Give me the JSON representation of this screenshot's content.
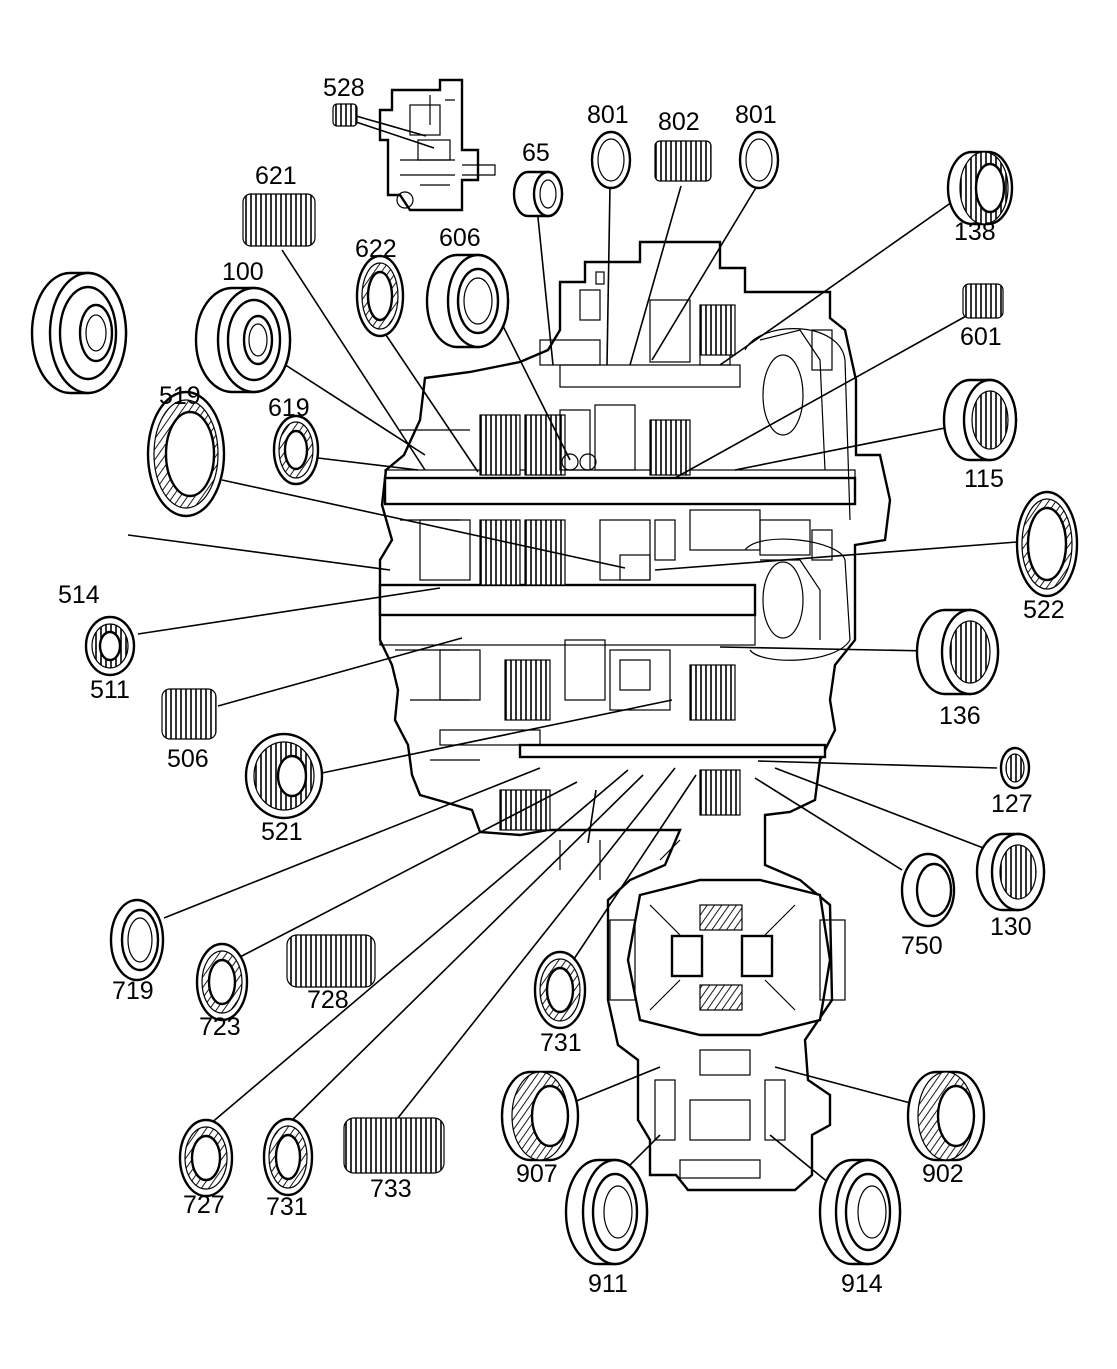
{
  "diagram": {
    "type": "exploded-view",
    "parts": [
      {
        "id": "528",
        "label": "528",
        "icon": "needle-bearing-icon"
      },
      {
        "id": "801a",
        "label": "801",
        "icon": "thrust-washer-icon"
      },
      {
        "id": "802",
        "label": "802",
        "icon": "needle-bearing-icon"
      },
      {
        "id": "801b",
        "label": "801",
        "icon": "thrust-washer-icon"
      },
      {
        "id": "65",
        "label": "65",
        "icon": "bushing-icon"
      },
      {
        "id": "621",
        "label": "621",
        "icon": "needle-bearing-icon"
      },
      {
        "id": "622",
        "label": "622",
        "icon": "thrust-bearing-icon"
      },
      {
        "id": "606",
        "label": "606",
        "icon": "ball-bearing-icon"
      },
      {
        "id": "138",
        "label": "138",
        "icon": "roller-bearing-icon"
      },
      {
        "id": "100",
        "label": "100",
        "icon": "ball-bearing-icon"
      },
      {
        "id": "601",
        "label": "601",
        "icon": "needle-bearing-icon"
      },
      {
        "id": "519",
        "label": "519",
        "icon": "thrust-bearing-icon"
      },
      {
        "id": "619",
        "label": "619",
        "icon": "thrust-bearing-icon"
      },
      {
        "id": "115",
        "label": "115",
        "icon": "roller-bearing-icon"
      },
      {
        "id": "514",
        "label": "514",
        "icon": "ball-bearing-icon"
      },
      {
        "id": "522",
        "label": "522",
        "icon": "thrust-bearing-icon"
      },
      {
        "id": "511",
        "label": "511",
        "icon": "needle-bearing-icon"
      },
      {
        "id": "136",
        "label": "136",
        "icon": "roller-bearing-icon"
      },
      {
        "id": "506",
        "label": "506",
        "icon": "needle-bearing-icon"
      },
      {
        "id": "521",
        "label": "521",
        "icon": "needle-bearing-icon"
      },
      {
        "id": "127",
        "label": "127",
        "icon": "roller-bearing-icon"
      },
      {
        "id": "130",
        "label": "130",
        "icon": "roller-bearing-icon"
      },
      {
        "id": "750",
        "label": "750",
        "icon": "bushing-icon"
      },
      {
        "id": "719",
        "label": "719",
        "icon": "bushing-icon"
      },
      {
        "id": "723",
        "label": "723",
        "icon": "thrust-bearing-icon"
      },
      {
        "id": "728",
        "label": "728",
        "icon": "needle-bearing-icon"
      },
      {
        "id": "731a",
        "label": "731",
        "icon": "thrust-bearing-icon"
      },
      {
        "id": "907",
        "label": "907",
        "icon": "tapered-bearing-icon"
      },
      {
        "id": "902",
        "label": "902",
        "icon": "tapered-bearing-icon"
      },
      {
        "id": "727",
        "label": "727",
        "icon": "thrust-bearing-icon"
      },
      {
        "id": "731b",
        "label": "731",
        "icon": "thrust-bearing-icon"
      },
      {
        "id": "733",
        "label": "733",
        "icon": "needle-bearing-icon"
      },
      {
        "id": "911",
        "label": "911",
        "icon": "ball-bearing-icon"
      },
      {
        "id": "914",
        "label": "914",
        "icon": "ball-bearing-icon"
      }
    ]
  }
}
